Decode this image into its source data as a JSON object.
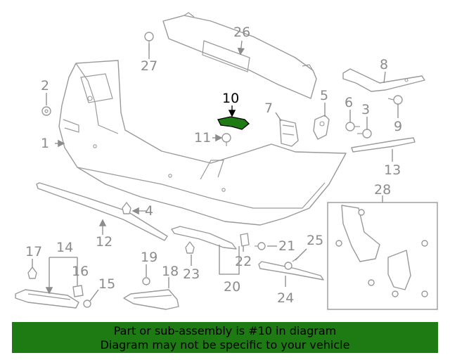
{
  "highlight": {
    "part": "10",
    "color": "#1e7a12"
  },
  "callouts": [
    "1",
    "2",
    "3",
    "4",
    "5",
    "6",
    "7",
    "8",
    "9",
    "10",
    "11",
    "12",
    "13",
    "14",
    "15",
    "16",
    "17",
    "18",
    "19",
    "20",
    "21",
    "22",
    "23",
    "24",
    "25",
    "26",
    "27",
    "28"
  ],
  "footer": {
    "line1": "Part or sub-assembly is #10 in diagram",
    "line2": "Diagram may not be specific to your vehicle",
    "background": "#1e7a12"
  }
}
